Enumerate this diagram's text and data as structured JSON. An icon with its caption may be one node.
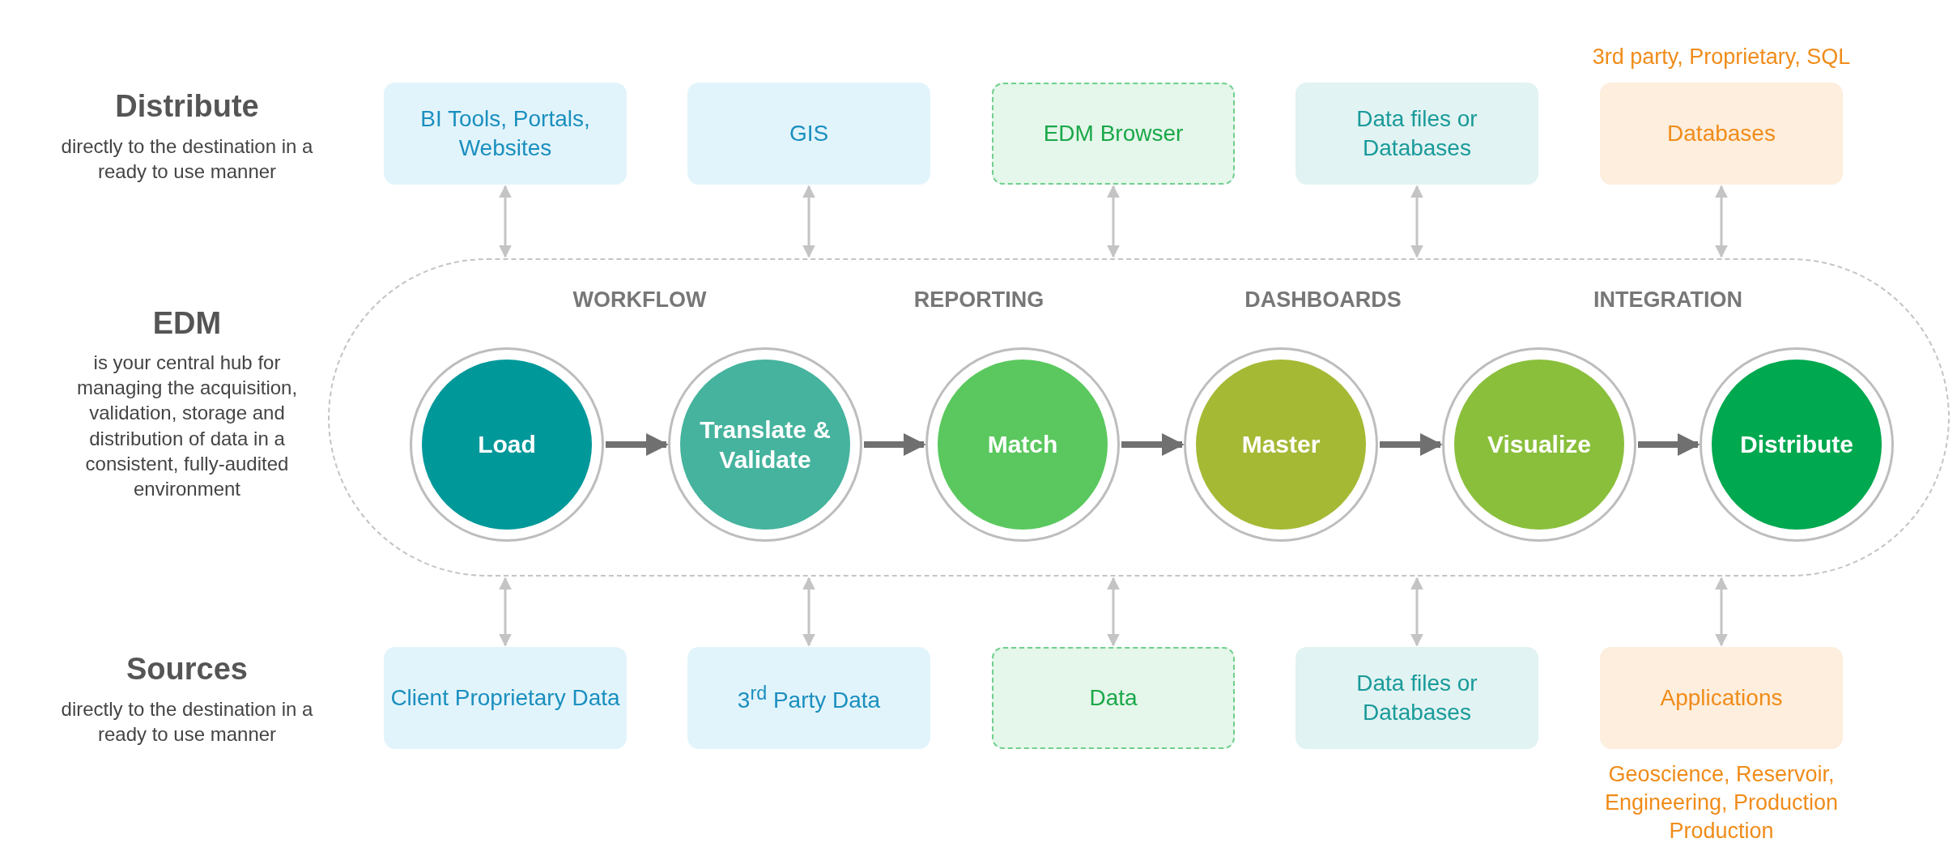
{
  "diagram": {
    "nodes": [
      {
        "text": [
          "BI Tools, Portals, Websites"
        ]
      },
      {
        "text": [
          "GIS"
        ]
      },
      {
        "text": [
          "EDM Browser"
        ]
      },
      {
        "text": [
          "Data files or Databases"
        ]
      },
      {
        "text": [
          "Databases"
        ],
        "beside": [
          "3rd party, Proprietary, SQL"
        ]
      },
      {
        "text": [
          "WORKFLOW",
          "REPORTING",
          "DASHBOARDS",
          "INTEGRATION"
        ]
      },
      {
        "text": [
          "Load"
        ],
        "in": 5
      },
      {
        "text": [
          "Translate & Validate"
        ],
        "in": 5
      },
      {
        "text": [
          "Match"
        ],
        "in": 5
      },
      {
        "text": [
          "Master"
        ],
        "in": 5
      },
      {
        "text": [
          "Visualize"
        ],
        "in": 5
      },
      {
        "text": [
          "Distribute"
        ],
        "in": 5
      },
      {
        "text": [
          "Client Proprietary Data"
        ]
      },
      {
        "text": [
          "3$^{rd}$ Party Data"
        ]
      },
      {
        "text": [
          "Data"
        ]
      },
      {
        "text": [
          "Data files or Databases"
        ]
      },
      {
        "text": [
          "Applications"
        ],
        "beside": [
          "Geoscience, Reservoir, Engineering, Production Production"
        ]
      }
    ],
    "edges": [
      {
        "from": 0,
        "to": 5,
        "arrow": "both"
      },
      {
        "from": 1,
        "to": 5,
        "arrow": "both"
      },
      {
        "from": 2,
        "to": 5,
        "arrow": "both"
      },
      {
        "from": 3,
        "to": 5,
        "arrow": "both"
      },
      {
        "from": 4,
        "to": 5,
        "arrow": "both"
      },
      {
        "from": 6,
        "to": 7,
        "arrow": "to",
        "style": "thick",
        "color": "#707070"
      },
      {
        "from": 7,
        "to": 8,
        "arrow": "to",
        "style": "thick",
        "color": "#707070"
      },
      {
        "from": 8,
        "to": 9,
        "arrow": "to",
        "style": "thick",
        "color": "#707070"
      },
      {
        "from": 9,
        "to": 10,
        "arrow": "to",
        "style": "thick",
        "color": "#707070"
      },
      {
        "from": 10,
        "to": 11,
        "arrow": "to",
        "style": "thick",
        "color": "#707070"
      },
      {
        "from": 5,
        "to": 12,
        "arrow": "both"
      },
      {
        "from": 5,
        "to": 13,
        "arrow": "both"
      },
      {
        "from": 5,
        "to": 14,
        "arrow": "both"
      },
      {
        "from": 5,
        "to": 15,
        "arrow": "both"
      },
      {
        "from": 5,
        "to": 16,
        "arrow": "both"
      }
    ],
    "labels": [
      "Distribute",
      "directly to the destination in a ready to use manner",
      "EDM",
      "is your central hub for managing the acquisition, validation, storage and distribution of data in a consistent, fully-audited environment",
      "Sources",
      "directly to the destination in a ready to use manner"
    ]
  }
}
